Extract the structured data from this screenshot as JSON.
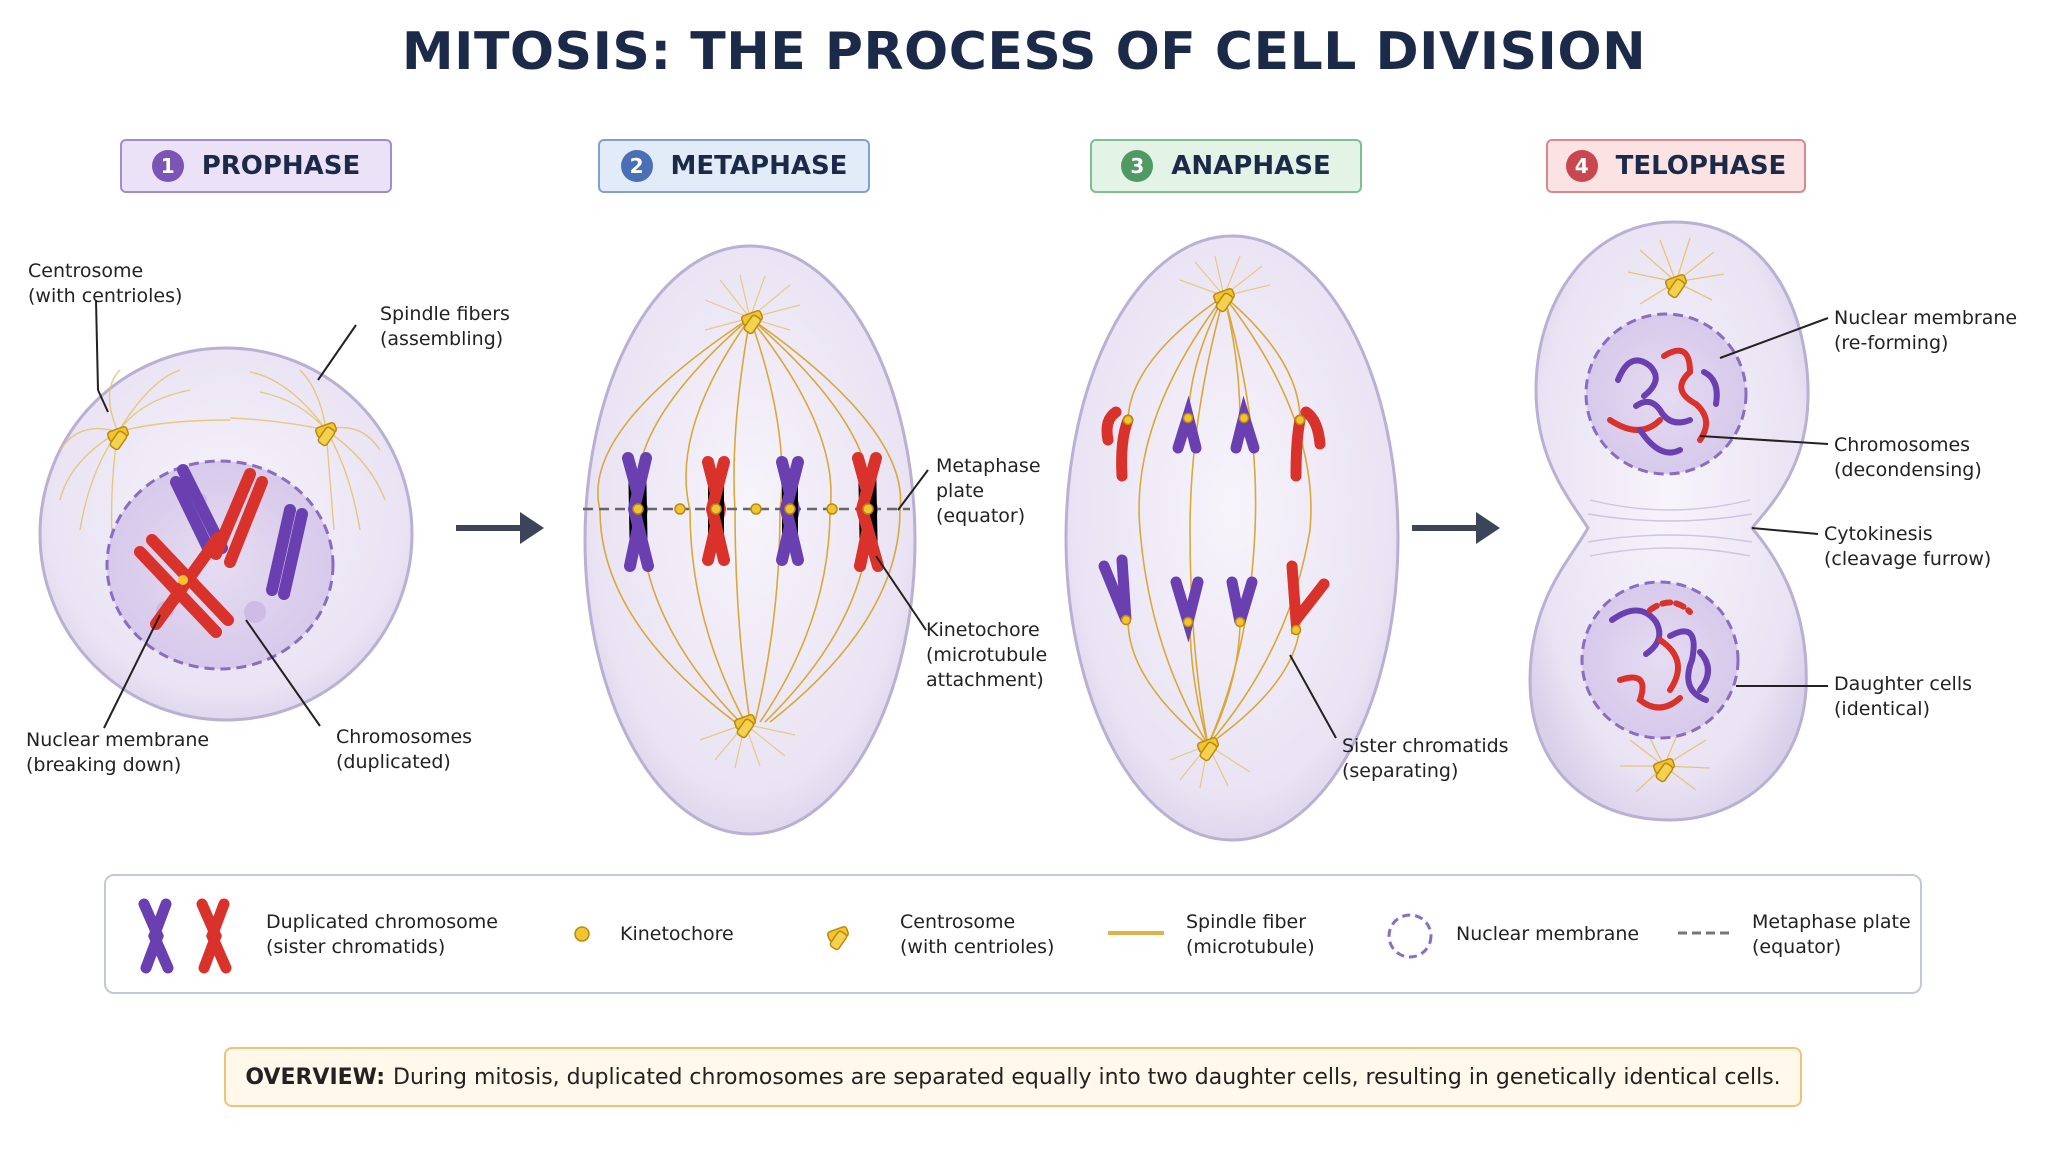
{
  "title": "MITOSIS: THE PROCESS OF CELL DIVISION",
  "phases": [
    {
      "num": "1",
      "label": "PROPHASE",
      "color": "#7a55b5",
      "bg": "#ece2f7",
      "border": "#a48ad1"
    },
    {
      "num": "2",
      "label": "METAPHASE",
      "color": "#4a6fb5",
      "bg": "#e2ebf8",
      "border": "#7f9fd6"
    },
    {
      "num": "3",
      "label": "ANAPHASE",
      "color": "#4f9a63",
      "bg": "#e3f3e6",
      "border": "#7fbf8d"
    },
    {
      "num": "4",
      "label": "TELOPHASE",
      "color": "#c9484f",
      "bg": "#fbe3e4",
      "border": "#d98a8e"
    }
  ],
  "labels": {
    "prophase": {
      "centrosome": [
        "Centrosome",
        "(with centrioles)"
      ],
      "spindle": [
        "Spindle fibers",
        "(assembling)"
      ],
      "nuclear": [
        "Nuclear membrane",
        "(breaking down)"
      ],
      "chromosomes": [
        "Chromosomes",
        "(duplicated)"
      ]
    },
    "metaphase": {
      "plate": [
        "Metaphase",
        "plate",
        "(equator)"
      ],
      "kinetochore": [
        "Kinetochore",
        "(microtubule",
        "attachment)"
      ]
    },
    "anaphase": {
      "sister": [
        "Sister chromatids",
        "(separating)"
      ]
    },
    "telophase": {
      "nuclear": [
        "Nuclear membrane",
        "(re-forming)"
      ],
      "chromosomes": [
        "Chromosomes",
        "(decondensing)"
      ],
      "cytokinesis": [
        "Cytokinesis",
        "(cleavage furrow)"
      ],
      "daughter": [
        "Daughter cells",
        "(identical)"
      ]
    }
  },
  "legend": {
    "chromosome": [
      "Duplicated chromosome",
      "(sister chromatids)"
    ],
    "kinetochore": "Kinetochore",
    "centrosome": [
      "Centrosome",
      "(with centrioles)"
    ],
    "spindle": [
      "Spindle fiber",
      "(microtubule)"
    ],
    "nuclear": "Nuclear membrane",
    "plate": [
      "Metaphase plate",
      "(equator)"
    ]
  },
  "overview": {
    "label": "OVERVIEW:",
    "text": "During mitosis, duplicated chromosomes are separated equally into two daughter cells, resulting in genetically identical cells."
  },
  "colors": {
    "purple_chromosome": "#6a3fb0",
    "red_chromosome": "#d9322b",
    "spindle": "#e0b24a",
    "cell_fill": "#ece6f4",
    "cell_stroke": "#a99fc5",
    "arrow": "#3b4458"
  }
}
